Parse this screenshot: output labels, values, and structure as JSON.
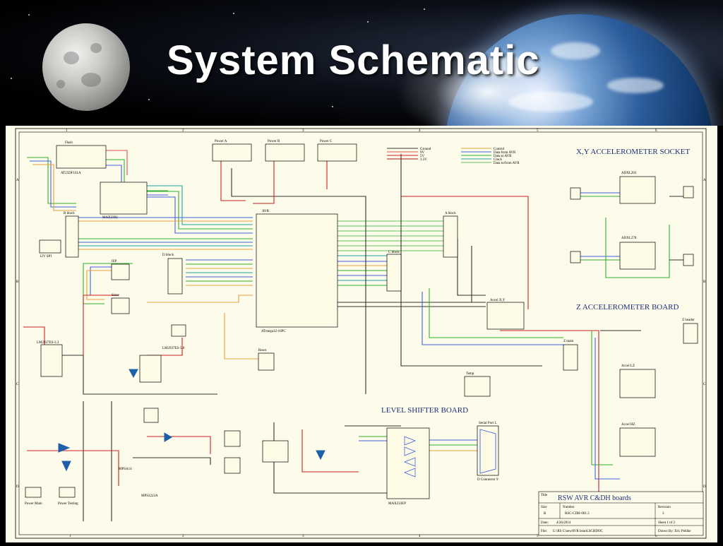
{
  "slide": {
    "title": "System Schematic"
  },
  "schematic": {
    "sections": {
      "xy_socket": "X,Y ACCELEROMETER SOCKET",
      "z_board": "Z ACCELEROMETER BOARD",
      "level_shifter": "LEVEL SHIFTER BOARD"
    },
    "mcu": {
      "ref": "AVR",
      "part": "ATmega32-16PC"
    },
    "power_headers": [
      "Power A",
      "Power B",
      "Power C"
    ],
    "legend": [
      {
        "label": "Ground",
        "color": "#3a3a3a"
      },
      {
        "label": "9V",
        "color": "#e05050"
      },
      {
        "label": "5V",
        "color": "#cc2222"
      },
      {
        "label": "3.3V",
        "color": "#a01818"
      },
      {
        "label": "Control",
        "color": "#e8a040"
      },
      {
        "label": "Data from AVR",
        "color": "#4060e0"
      },
      {
        "label": "Data to AVR",
        "color": "#30b030"
      },
      {
        "label": "Clock",
        "color": "#20a0a0"
      },
      {
        "label": "Data to/from AVR",
        "color": "#60c060"
      }
    ],
    "parts": {
      "flash": "AT25DF161A",
      "level1": "MAX3392",
      "regA": "LM2937ES-3.3",
      "regB": "LM2937ES-5.0",
      "accel_l": "ADXL203",
      "accel_h": "ADXL278",
      "accel_xy": "Accel X,Y",
      "shifter": "MAX233EP",
      "serial": "Serial Port L",
      "db9": "D Connector 9",
      "q1": "MPSA14",
      "q2": "MPS2222A",
      "z_accel_l": "Accel LZ",
      "z_accel_h": "Accel HZ"
    },
    "blocks": [
      "B block",
      "C block",
      "D block",
      "A block",
      "ISP",
      "Seize",
      "Reset",
      "Temp",
      "Z main",
      "Z header"
    ],
    "switches": [
      "Power Main",
      "Power Testing",
      "12V SPI"
    ],
    "title_block": {
      "title_label": "Title",
      "title": "RSW AVR C&DH boards",
      "size_label": "Size",
      "size": "B",
      "number_label": "Number",
      "number": "RSC-CDH-001.3",
      "revision_label": "Revision",
      "revision": "3",
      "date_label": "Date:",
      "date": "4/26/2014",
      "sheet": "Sheet 1 of 2",
      "file_label": "File:",
      "file": "U:\\RS C\\newAVR board.SCHDOC",
      "drawn_by": "Drawn By: Eric Pehlke"
    },
    "grid_cols": [
      "1",
      "2",
      "3",
      "4",
      "5",
      "6"
    ],
    "grid_rows": [
      "A",
      "B",
      "C",
      "D"
    ]
  }
}
